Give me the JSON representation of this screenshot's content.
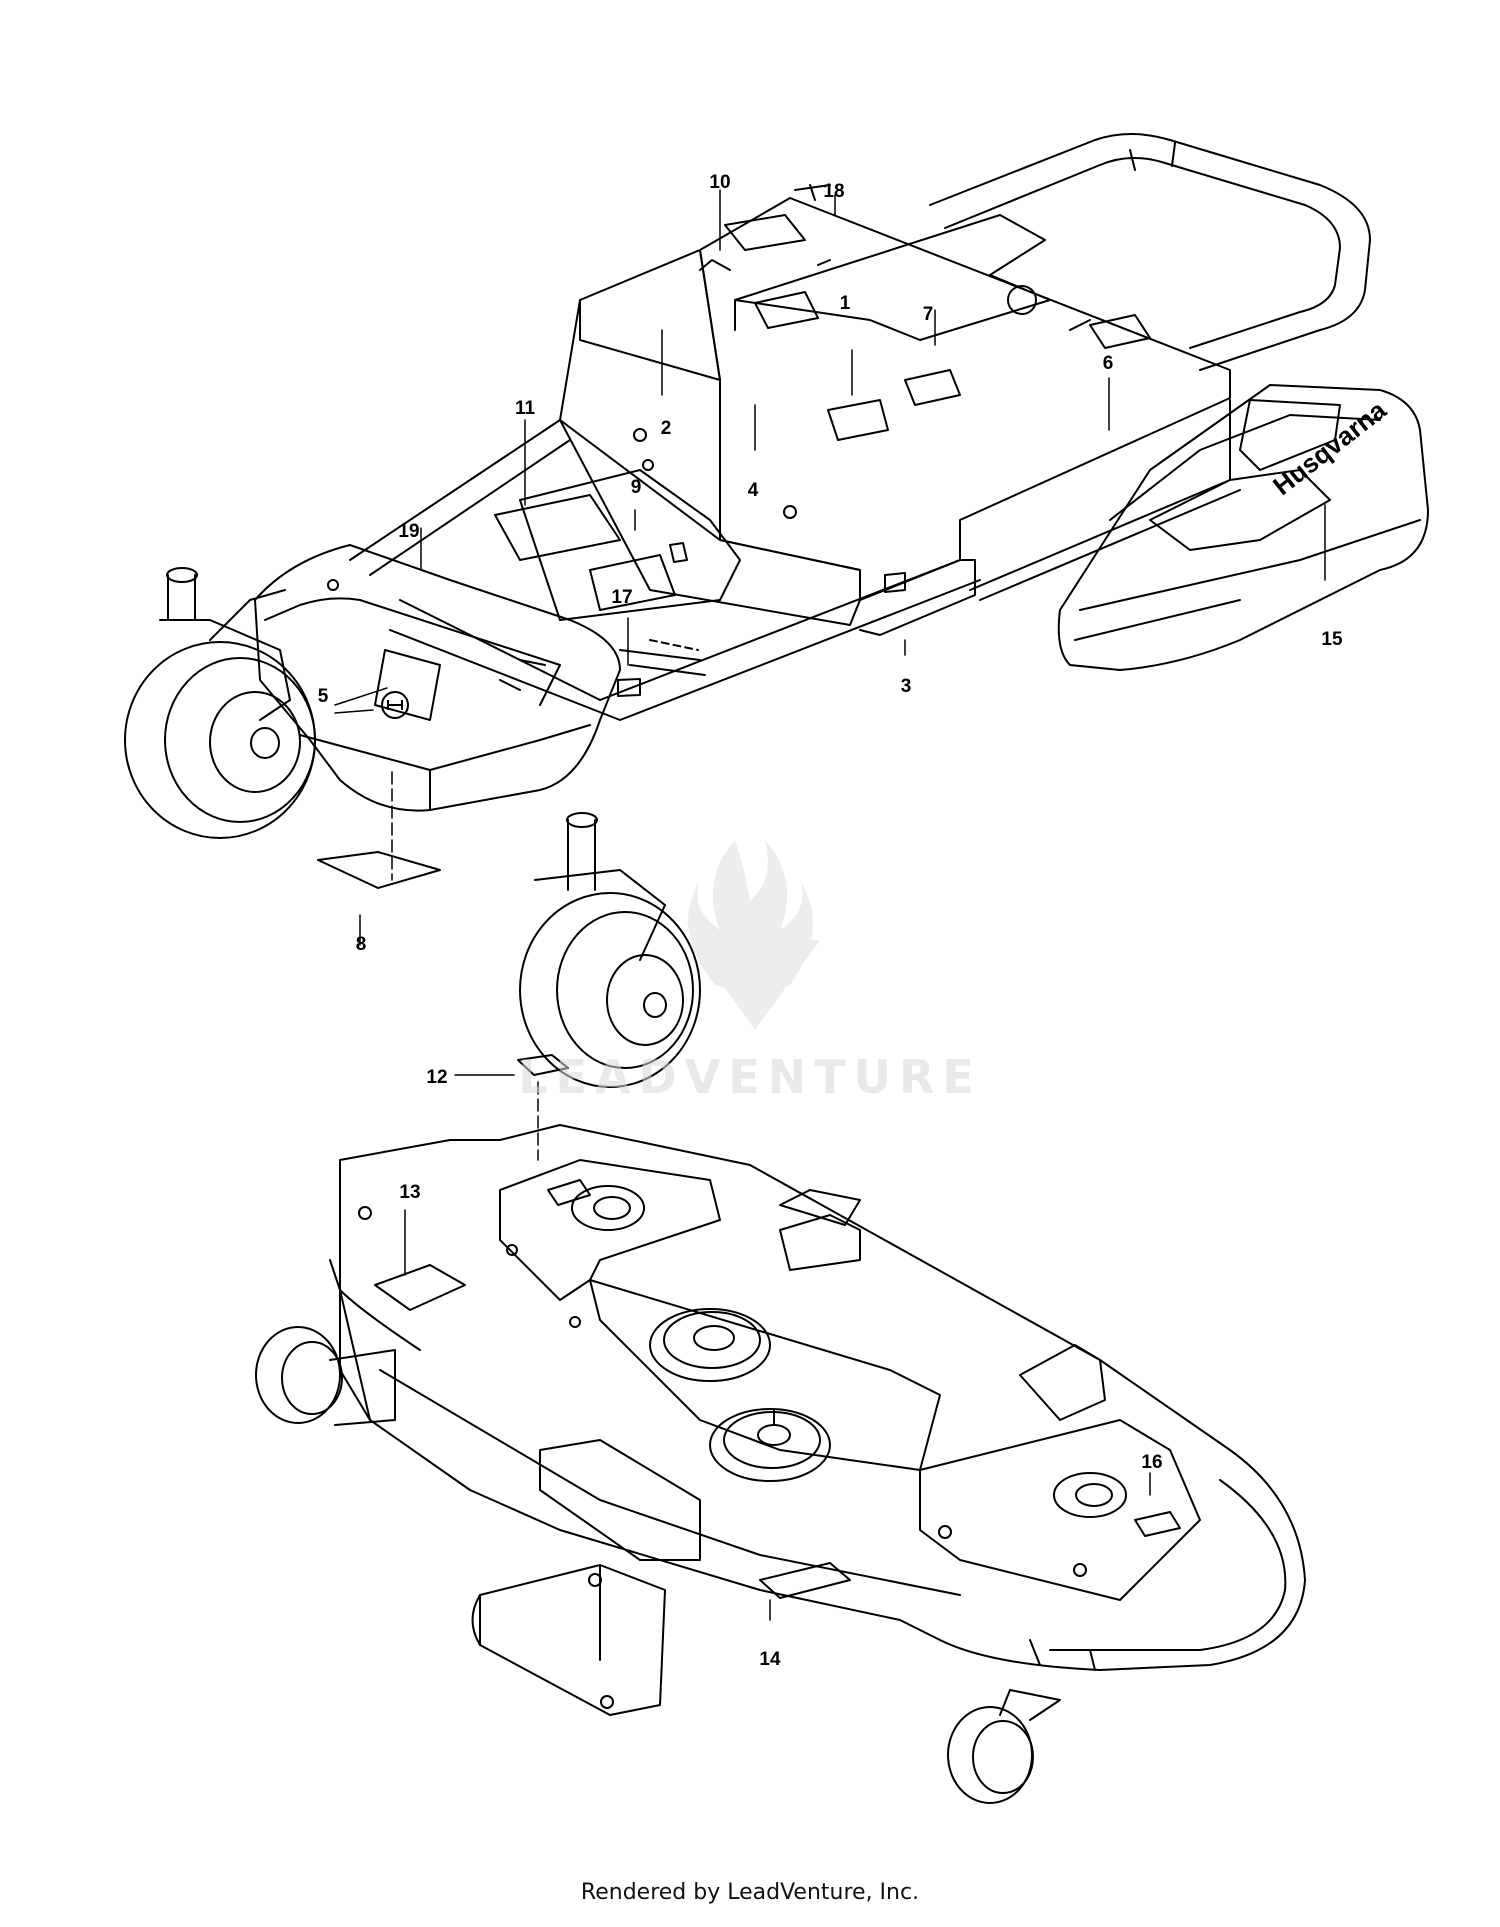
{
  "callouts": [
    {
      "id": "1",
      "label": "1"
    },
    {
      "id": "2",
      "label": "2"
    },
    {
      "id": "3",
      "label": "3"
    },
    {
      "id": "4",
      "label": "4"
    },
    {
      "id": "5",
      "label": "5"
    },
    {
      "id": "6",
      "label": "6"
    },
    {
      "id": "7",
      "label": "7"
    },
    {
      "id": "8",
      "label": "8"
    },
    {
      "id": "9",
      "label": "9"
    },
    {
      "id": "10",
      "label": "10"
    },
    {
      "id": "11",
      "label": "11"
    },
    {
      "id": "12",
      "label": "12"
    },
    {
      "id": "13",
      "label": "13"
    },
    {
      "id": "14",
      "label": "14"
    },
    {
      "id": "15",
      "label": "15"
    },
    {
      "id": "16",
      "label": "16"
    },
    {
      "id": "17",
      "label": "17"
    },
    {
      "id": "18",
      "label": "18"
    },
    {
      "id": "19",
      "label": "19"
    }
  ],
  "brand_logo_text": "Husqvarna",
  "watermark": "LEADVENTURE",
  "footer": "Rendered by LeadVenture, Inc.",
  "colors": {
    "line": "#000000",
    "watermark": "#d8d8d8"
  }
}
